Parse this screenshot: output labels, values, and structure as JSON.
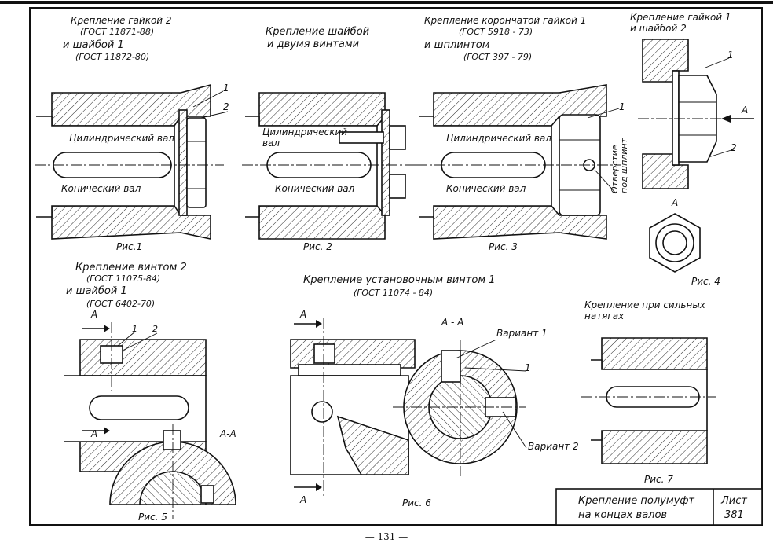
{
  "figures": {
    "fig1": {
      "title_lines": [
        "Крепление гайкой 2",
        "(ГОСТ 11871-88)",
        "и шайбой 1",
        "(ГОСТ 11872-80)"
      ],
      "shaft_cyl": "Цилиндрический вал",
      "shaft_con": "Конический вал",
      "callouts": [
        "1",
        "2"
      ],
      "caption": "Рис.1"
    },
    "fig2": {
      "title_lines": [
        "Крепление шайбой",
        "и двумя винтами"
      ],
      "shaft_cyl_lines": [
        "Цилиндрический",
        "вал"
      ],
      "shaft_con": "Конический вал",
      "caption": "Рис. 2"
    },
    "fig3": {
      "title_lines": [
        "Крепление корончатой гайкой 1",
        "(ГОСТ 5918 - 73)",
        "и шплинтом",
        "(ГОСТ 397 - 79)"
      ],
      "shaft_cyl": "Цилиндрический вал",
      "shaft_con": "Конический вал",
      "hole_lines": [
        "Отверстие",
        "под шплинт"
      ],
      "callout": "1",
      "caption": "Рис. 3"
    },
    "fig4": {
      "title_lines": [
        "Крепление гайкой 1",
        "и шайбой 2"
      ],
      "callouts": [
        "1",
        "2"
      ],
      "view_letter": "А",
      "view_mark": "А",
      "caption": "Рис. 4"
    },
    "fig5": {
      "title_lines": [
        "Крепление винтом 2",
        "(ГОСТ 11075-84)",
        "и шайбой 1",
        "(ГОСТ 6402-70)"
      ],
      "section_mark_top": "А",
      "section_mark_bottom": "А",
      "callouts": [
        "1",
        "2"
      ],
      "section_label": "А-А",
      "caption": "Рис. 5"
    },
    "fig6": {
      "title_lines": [
        "Крепление установочным винтом 1",
        "(ГОСТ 11074 - 84)"
      ],
      "section_mark_top": "А",
      "section_mark_bottom": "А",
      "section_label": "А - А",
      "variant1": "Вариант 1",
      "variant2": "Вариант 2",
      "callout": "1",
      "caption": "Рис. 6"
    },
    "fig7": {
      "title_lines": [
        "Крепление при сильных",
        "натягах"
      ],
      "caption": "Рис. 7"
    }
  },
  "title_block": {
    "name_lines": [
      "Крепление полумуфт",
      "на концах валов"
    ],
    "sheet_label": "Лист",
    "sheet_number": "381"
  },
  "page_number": "— 131 —"
}
